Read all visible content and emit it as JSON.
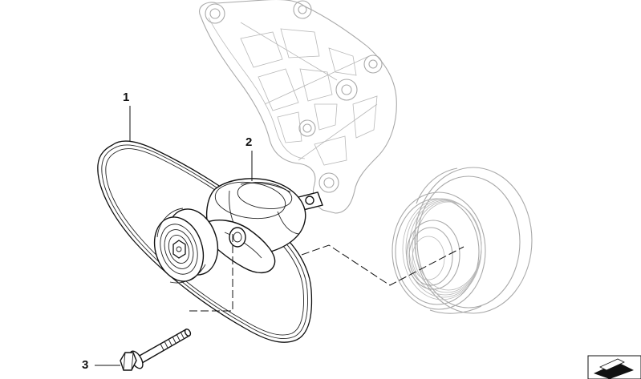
{
  "callouts": [
    {
      "number": "1",
      "part": "belt"
    },
    {
      "number": "2",
      "part": "tensioner"
    },
    {
      "number": "3",
      "part": "bolt"
    }
  ],
  "colors": {
    "background": "#ffffff",
    "line_primary": "#111111",
    "line_ghost": "#a9a9a9",
    "corner_badge": "#111111"
  },
  "icons": {
    "corner_badge": "view-direction-icon"
  }
}
